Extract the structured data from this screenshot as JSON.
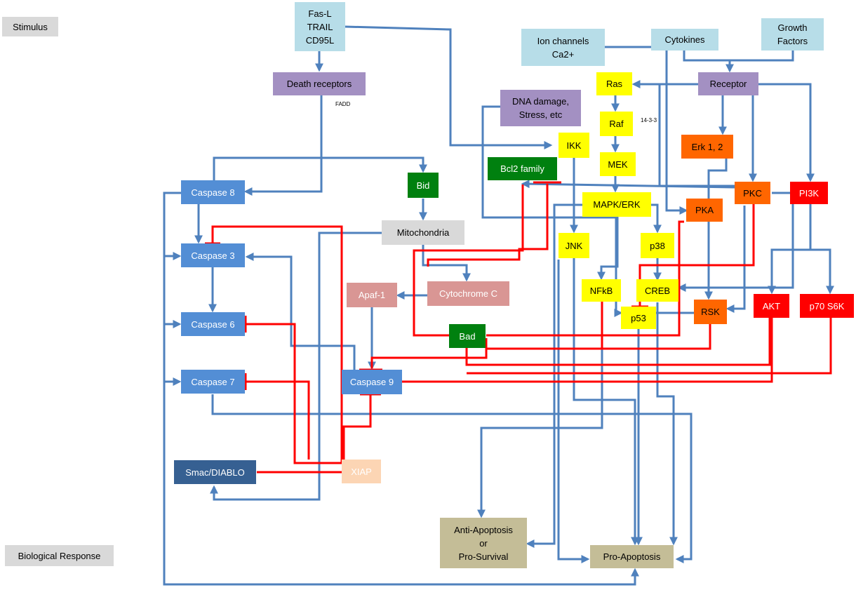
{
  "labels": {
    "stimulus": "Stimulus",
    "response": "Biological Response",
    "fadd": "FADD",
    "adapter_1433": "14-3-3"
  },
  "nodes": {
    "fas": "Fas-L\nTRAIL\nCD95L",
    "death_receptors": "Death receptors",
    "ion_channels": "Ion channels\nCa2+",
    "cytokines": "Cytokines",
    "growth_factors": "Growth\nFactors",
    "receptor": "Receptor",
    "ras": "Ras",
    "raf": "Raf",
    "mek": "MEK",
    "dna_damage": "DNA damage,\nStress, etc",
    "ikk": "IKK",
    "bcl2": "Bcl2 family",
    "erk12": "Erk 1, 2",
    "pkc": "PKC",
    "pi3k": "PI3K",
    "caspase8": "Caspase 8",
    "bid": "Bid",
    "mapk_erk": "MAPK/ERK",
    "pka": "PKA",
    "mitochondria": "Mitochondria",
    "jnk": "JNK",
    "p38": "p38",
    "caspase3": "Caspase 3",
    "apaf1": "Apaf-1",
    "cytochrome_c": "Cytochrome C",
    "nfkb": "NFkB",
    "creb": "CREB",
    "caspase6": "Caspase 6",
    "p53": "p53",
    "rsk": "RSK",
    "akt": "AKT",
    "p70s6k": "p70 S6K",
    "bad": "Bad",
    "caspase7": "Caspase 7",
    "caspase9": "Caspase 9",
    "smac": "Smac/DIABLO",
    "xiap": "XIAP",
    "anti_apoptosis": "Anti-Apoptosis\nor\nPro-Survival",
    "pro_apoptosis": "Pro-Apoptosis"
  },
  "colors": {
    "activation": "#4f81bd",
    "inhibition": "#ff0000",
    "stimulus": "#b7dde8",
    "receptor": "#a390c2",
    "caspase": "#538ed5",
    "bcl2": "#00800f",
    "kinase_yellow": "#ffff00",
    "kinase_orange": "#ff6600",
    "kinase_red": "#ff0000",
    "xiap": "#fcd5b4",
    "response": "#c4bd97"
  }
}
